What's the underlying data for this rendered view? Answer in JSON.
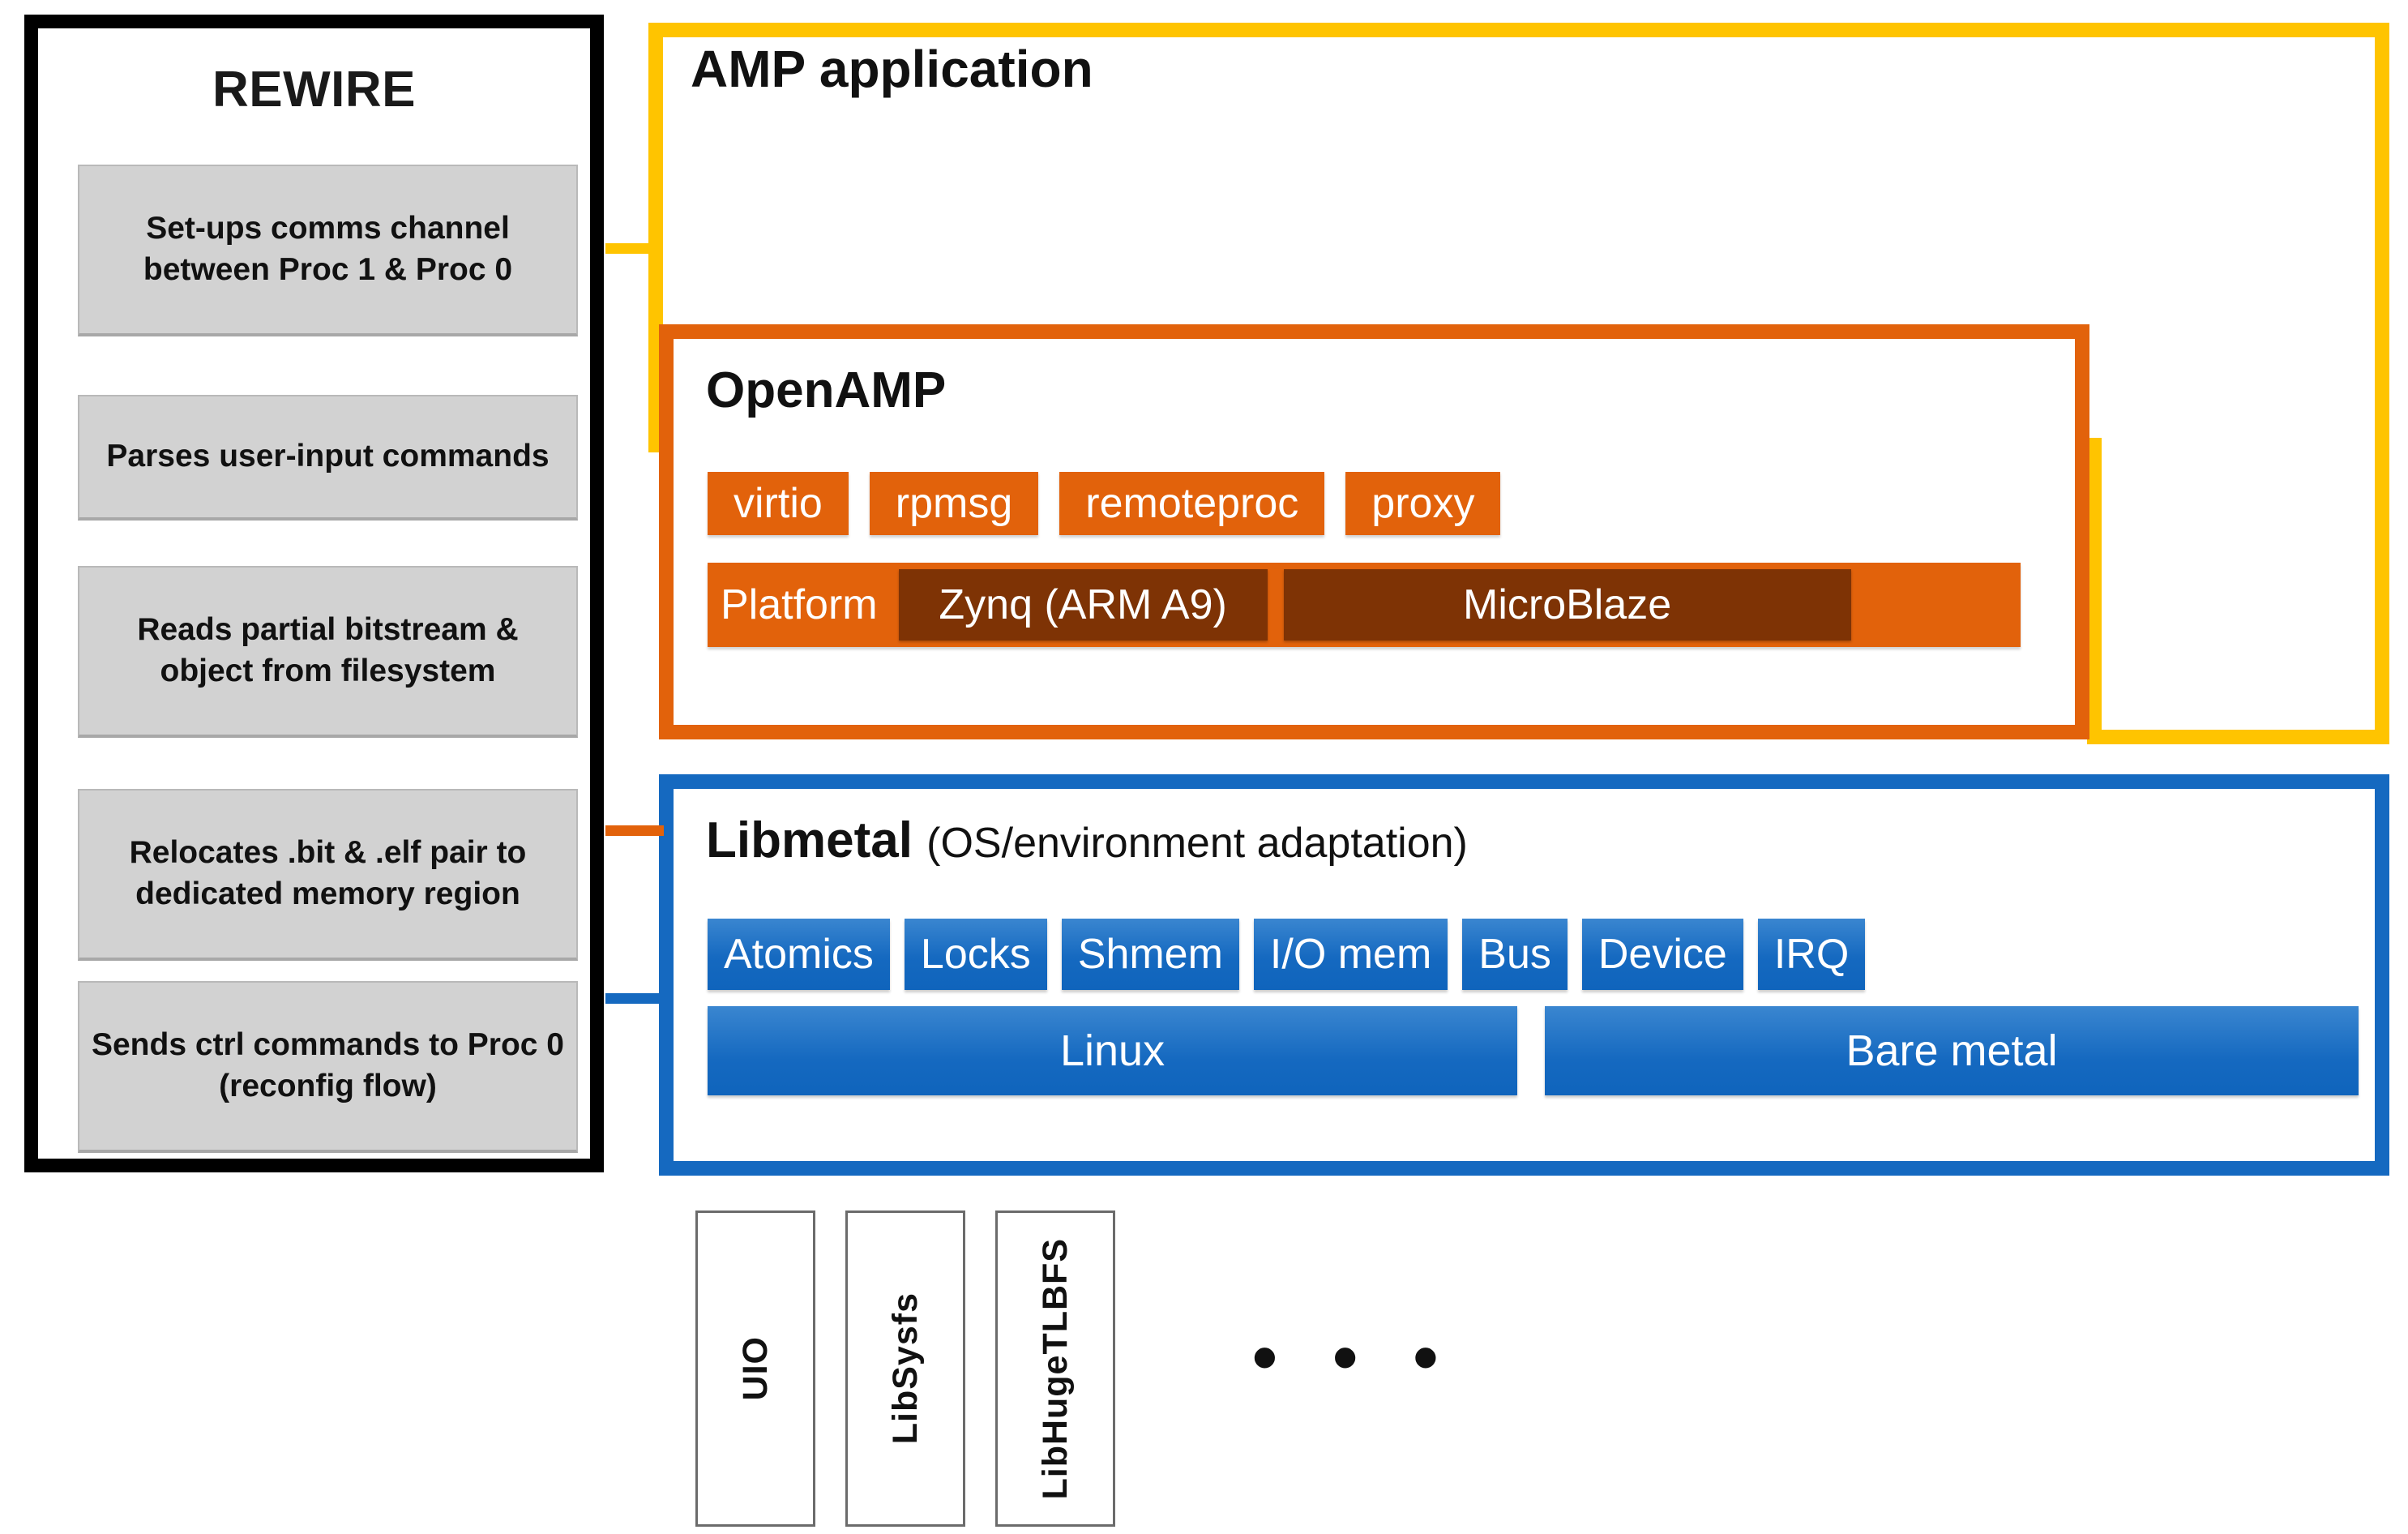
{
  "colors": {
    "rewire_border": "#000000",
    "amp_yellow": "#FFC400",
    "openamp_orange": "#E2620B",
    "platform_brown": "#7E3305",
    "libmetal_blue": "#1569C0",
    "step_gray": "#D2D2D2"
  },
  "rewire": {
    "title": "REWIRE",
    "steps": [
      "Set-ups comms channel between Proc 1 & Proc 0",
      "Parses user-input commands",
      "Reads partial bitstream & object from filesystem",
      "Relocates .bit & .elf pair to dedicated memory region",
      "Sends ctrl commands to Proc 0 (reconfig flow)"
    ]
  },
  "amp_application": {
    "title": "AMP application"
  },
  "openamp": {
    "title": "OpenAMP",
    "modules": [
      "virtio",
      "rpmsg",
      "remoteproc",
      "proxy"
    ],
    "platform_label": "Platform",
    "platforms": [
      "Zynq (ARM A9)",
      "MicroBlaze"
    ]
  },
  "libmetal": {
    "title": "Libmetal",
    "subtitle": "(OS/environment adaptation)",
    "apis": [
      "Atomics",
      "Locks",
      "Shmem",
      "I/O mem",
      "Bus",
      "Device",
      "IRQ"
    ],
    "os_layers": [
      "Linux",
      "Bare metal"
    ]
  },
  "backends": {
    "items": [
      "UIO",
      "LibSysfs",
      "LibHugeTLBFS"
    ],
    "ellipsis": "• • •"
  }
}
